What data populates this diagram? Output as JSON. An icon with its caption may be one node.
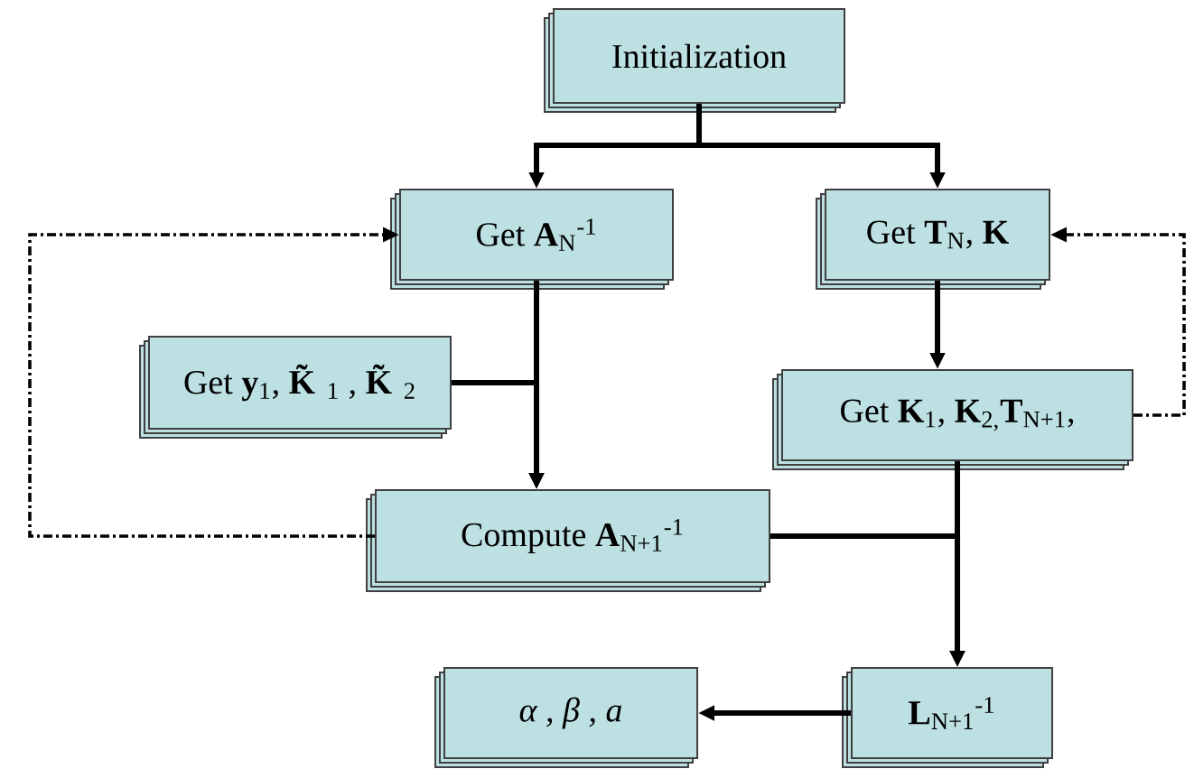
{
  "diagram": {
    "nodes": [
      {
        "text": [
          "Initialization"
        ]
      },
      {
        "text": [
          "Get **A**$_{N}$$^{-1}$"
        ]
      },
      {
        "text": [
          "Get **T**$_{N}$, **K**"
        ]
      },
      {
        "text": [
          "Get **y**$_{1}$, **K̃**$_{1}$ , **K̃**$_{2}$"
        ]
      },
      {
        "text": [
          "Get **K**$_{1}$, **K**$_{2,}$**T**$_{N+1}$,"
        ]
      },
      {
        "text": [
          "Compute **A**$_{N+1}$$^{-1}$"
        ]
      },
      {
        "text": [
          "**L**$_{N+1}$$^{-1}$"
        ]
      },
      {
        "text": [
          "α ,  β ,  a"
        ]
      }
    ],
    "edges": [
      {
        "from": 0,
        "to": 1,
        "arrow": "to"
      },
      {
        "from": 0,
        "to": 2,
        "arrow": "to"
      },
      {
        "from": 1,
        "to": 5,
        "arrow": "to"
      },
      {
        "from": 3,
        "to": 5,
        "arrow": "to"
      },
      {
        "from": 2,
        "to": 4,
        "arrow": "to"
      },
      {
        "from": 4,
        "to": 6,
        "arrow": "to"
      },
      {
        "from": 5,
        "to": 6,
        "arrow": "to"
      },
      {
        "from": 6,
        "to": 7,
        "arrow": "to"
      },
      {
        "from": 5,
        "to": 1,
        "arrow": "to",
        "style": "dashed"
      },
      {
        "from": 4,
        "to": 2,
        "arrow": "to",
        "style": "dashed"
      }
    ]
  }
}
